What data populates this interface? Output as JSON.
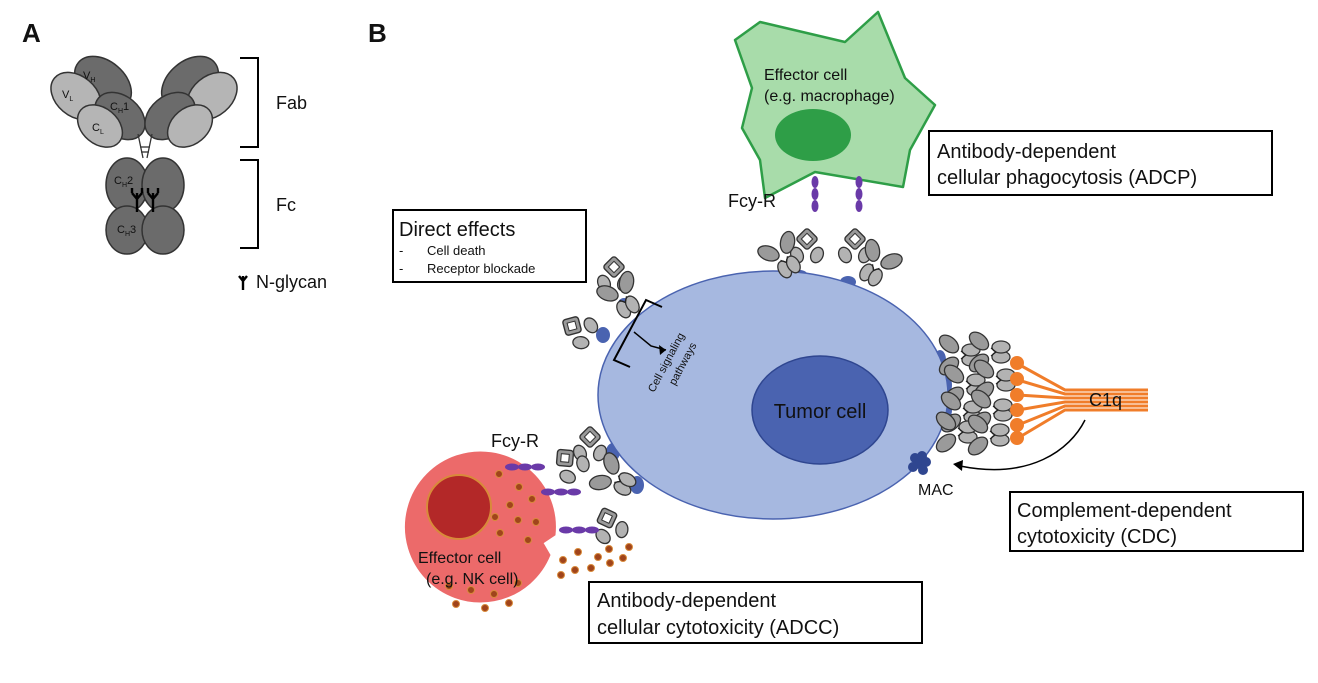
{
  "panel_a": {
    "label": "A",
    "domain_labels": {
      "vh": "V",
      "vh_sub": "H",
      "vl": "V",
      "vl_sub": "L",
      "ch1": "C",
      "ch1_sub": "H",
      "ch1_num": "1",
      "cl": "C",
      "cl_sub": "L",
      "ch2": "C",
      "ch2_sub": "H",
      "ch2_num": "2",
      "ch3": "C",
      "ch3_sub": "H",
      "ch3_num": "3"
    },
    "fab": "Fab",
    "fc": "Fc",
    "glycan_legend": "N-glycan"
  },
  "panel_b": {
    "label": "B",
    "macrophage": {
      "line1": "Effector cell",
      "line2": "(e.g. macrophage)"
    },
    "adcp": {
      "line1": "Antibody-dependent",
      "line2": "cellular phagocytosis (ADCP)"
    },
    "fcyr_top": "Fcy-R",
    "direct": {
      "title": "Direct effects",
      "item1": "Cell death",
      "item2": "Receptor blockade",
      "bullet": "-"
    },
    "signaling": {
      "line1": "Cell signaling",
      "line2": "pathways"
    },
    "tumor": "Tumor cell",
    "c1q": "C1q",
    "mac": "MAC",
    "cdc": {
      "line1": "Complement-dependent",
      "line2": "cytotoxicity (CDC)"
    },
    "fcyr_left": "Fcy-R",
    "nk": {
      "line1": "Effector cell",
      "line2": "(e.g. NK cell)"
    },
    "adcc": {
      "line1": "Antibody-dependent",
      "line2": "cellular cytotoxicity (ADCC)"
    }
  },
  "colors": {
    "antibody_dark": "#6b6b6b",
    "antibody_light": "#b5b5b5",
    "tumor": "#a6b8e0",
    "tumor_nucleus": "#4a63b0",
    "macrophage": "#a8dcaa",
    "macrophage_nucleus": "#2e9e47",
    "nk_cell": "#ec6a6a",
    "nk_nucleus": "#b32828",
    "granule": "#a0441b",
    "c1q": "#f07d2a",
    "receptor": "#6a3aa8"
  }
}
